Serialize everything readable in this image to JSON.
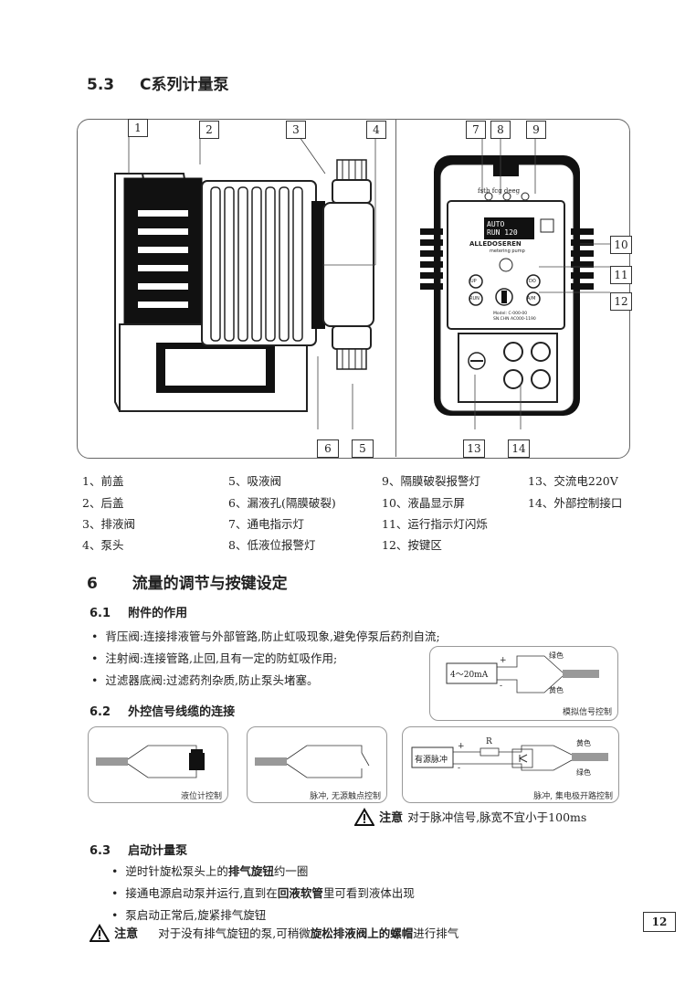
{
  "section_53": {
    "number": "5.3",
    "title": "C系列计量泵"
  },
  "callouts": [
    "1",
    "2",
    "3",
    "4",
    "5",
    "6",
    "7",
    "8",
    "9",
    "10",
    "11",
    "12",
    "13",
    "14"
  ],
  "pump_front": {
    "leds_label": "fstb  fcg  deeg",
    "lcd_line1": "AUTO",
    "lcd_line2": "RUN  120",
    "brand": "ALLEDOSEREN",
    "brand_sub": "metering pump",
    "btn_up": "UP",
    "btn_run": "RUN",
    "btn_do": "DO",
    "btn_am": "A/M",
    "model_line1": "Model: C-000-00",
    "model_line2": "SN.CHN  AC000-1190"
  },
  "legend": {
    "col1": [
      "1、前盖",
      "2、后盖",
      "3、排液阀",
      "4、泵头"
    ],
    "col2": [
      "5、吸液阀",
      "6、漏液孔(隔膜破裂)",
      "7、通电指示灯",
      "8、低液位报警灯"
    ],
    "col3": [
      "9、隔膜破裂报警灯",
      "10、液晶显示屏",
      "11、运行指示灯闪烁",
      "12、按键区"
    ],
    "col4": [
      "13、交流电220V",
      "14、外部控制接口"
    ]
  },
  "section_6": {
    "number": "6",
    "title": "流量的调节与按键设定"
  },
  "section_61": {
    "number": "6.1",
    "title": "附件的作用",
    "bullets": [
      "背压阀:连接排液管与外部管路,防止虹吸现象,避免停泵后药剂自流;",
      "注射阀:连接管路,止回,且有一定的防虹吸作用;",
      "过滤器底阀:过滤药剂杂质,防止泵头堵塞。"
    ]
  },
  "analog_box": {
    "source": "4～20mA",
    "plus": "+",
    "minus": "-",
    "wire1": "绿色",
    "wire2": "黄色",
    "caption": "模拟信号控制"
  },
  "section_62": {
    "number": "6.2",
    "title": "外控信号线缆的连接"
  },
  "wiring": {
    "box1_caption": "液位计控制",
    "box2_caption": "脉冲, 无源触点控制",
    "box3_caption": "脉冲, 集电极开路控制",
    "box3_source": "有源脉冲",
    "box3_r": "R",
    "box3_plus": "+",
    "box3_minus": "-",
    "box3_wire1": "黄色",
    "box3_wire2": "绿色"
  },
  "note1": {
    "label": "注意",
    "text": "对于脉冲信号,脉宽不宜小于100ms"
  },
  "section_63": {
    "number": "6.3",
    "title": "启动计量泵",
    "b1_pre": "逆时针旋松泵头上的",
    "b1_bold": "排气旋钮",
    "b1_post": "约一圈",
    "b2_pre": "接通电源启动泵并运行,直到在",
    "b2_bold": "回液软管",
    "b2_post": "里可看到液体出现",
    "b3": "泵启动正常后,旋紧排气旋钮"
  },
  "note2": {
    "label": "注意",
    "pre": "对于没有排气旋钮的泵,可稍微",
    "bold": "旋松排液阀上的螺帽",
    "post": "进行排气"
  },
  "page_number": "12"
}
